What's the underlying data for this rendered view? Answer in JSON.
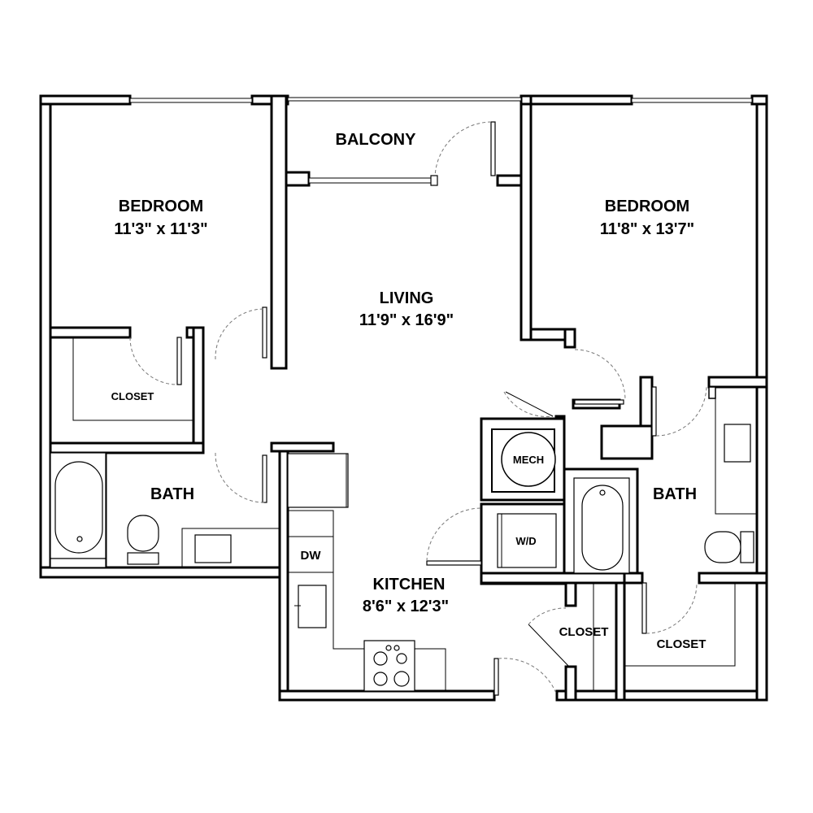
{
  "rooms": {
    "bedroom_left": {
      "name": "BEDROOM",
      "size": "11'3\" x 11'3\""
    },
    "bedroom_right": {
      "name": "BEDROOM",
      "size": "11'8\" x 13'7\""
    },
    "living": {
      "name": "LIVING",
      "size": "11'9\" x 16'9\""
    },
    "kitchen": {
      "name": "KITCHEN",
      "size": "8'6\" x 12'3\""
    },
    "balcony": {
      "name": "BALCONY"
    },
    "bath_left": {
      "name": "BATH"
    },
    "bath_right": {
      "name": "BATH"
    },
    "closet_left": {
      "name": "CLOSET"
    },
    "closet_center": {
      "name": "CLOSET"
    },
    "closet_right": {
      "name": "CLOSET"
    },
    "mech": {
      "name": "MECH"
    },
    "washer_dryer": {
      "name": "W/D"
    },
    "dishwasher": {
      "name": "DW"
    }
  },
  "colors": {
    "wall": "#000000",
    "background": "#ffffff",
    "door_swing": "#777777"
  }
}
